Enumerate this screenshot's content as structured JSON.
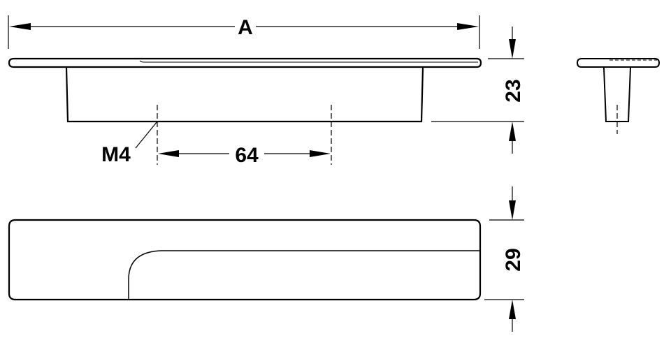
{
  "drawing": {
    "title": "Furniture handle technical drawing",
    "colors": {
      "line": "#000000",
      "background": "#ffffff"
    },
    "dimensions": {
      "length": "A",
      "hole_spacing": "64",
      "thread": "M4",
      "height": "23",
      "depth": "29"
    },
    "views": {
      "front": "front-elevation",
      "side": "side-elevation",
      "top": "plan-view"
    }
  }
}
